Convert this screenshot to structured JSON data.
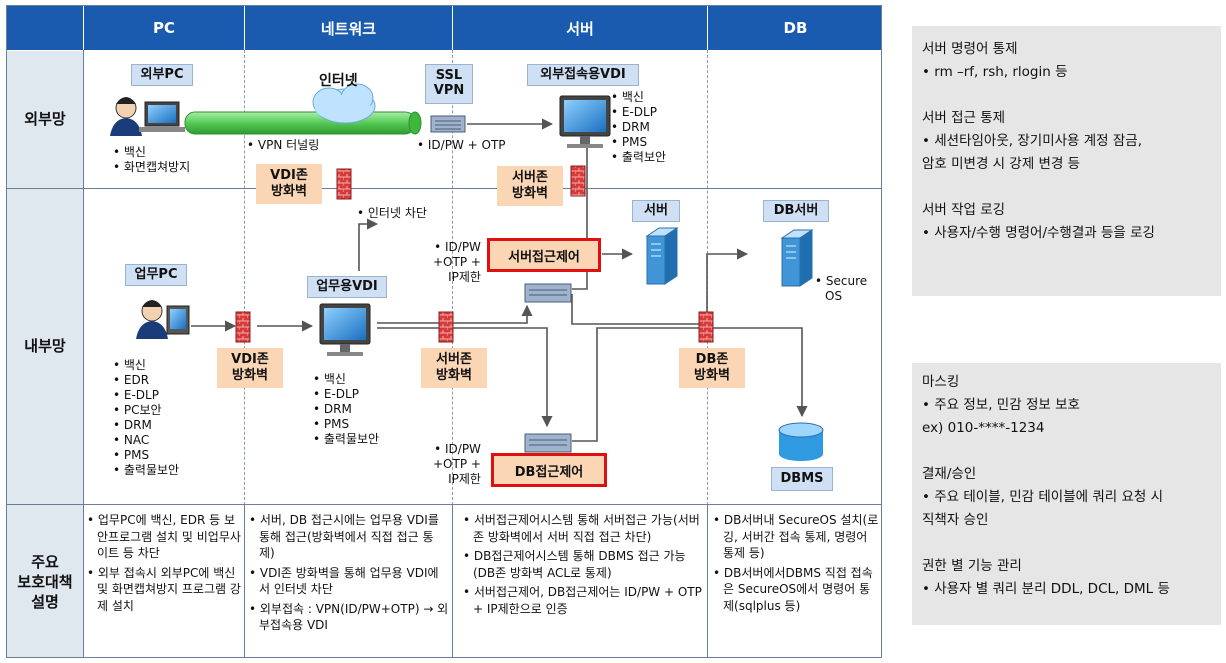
{
  "headers": [
    "PC",
    "네트워크",
    "서버",
    "DB"
  ],
  "rows": {
    "outer": "외부망",
    "inner": "내부망",
    "measures": "주요\n보호대책\n설명"
  },
  "nodes": {
    "ext_pc": "외부PC",
    "internet": "인터넷",
    "ssl_vpn": "SSL\nVPN",
    "ext_vdi": "외부접속용VDI",
    "vdi_fw_top": "VDI존\n방화벽",
    "server_fw_top": "서버존\n방화벽",
    "server": "서버",
    "db_server": "DB서버",
    "work_pc": "업무PC",
    "work_vdi": "업무용VDI",
    "server_access_control": "서버접근제어",
    "vdi_fw_bottom": "VDI존\n방화벽",
    "server_fw_bottom": "서버존\n방화벽",
    "db_fw": "DB존\n방화벽",
    "db_access_control": "DB접근제어",
    "dbms": "DBMS"
  },
  "labels": {
    "ext_pc_list": [
      "• 백신",
      "• 화면캡쳐방지"
    ],
    "vpn_tunnel": "• VPN 터널링",
    "vpn_auth": "• ID/PW + OTP",
    "ext_vdi_list": [
      "• 백신",
      "• E-DLP",
      "• DRM",
      "• PMS",
      "• 출력보안"
    ],
    "internet_block": "• 인터넷 차단",
    "server_auth": [
      "• ID/PW",
      "+OTP +",
      "IP제한"
    ],
    "secure_os": [
      "• Secure",
      "OS"
    ],
    "work_pc_list": [
      "• 백신",
      "• EDR",
      "• E-DLP",
      "• PC보안",
      "• DRM",
      "• NAC",
      "• PMS",
      "• 출력물보안"
    ],
    "work_vdi_list": [
      "• 백신",
      "• E-DLP",
      "• DRM",
      "• PMS",
      "• 출력물보안"
    ],
    "db_auth": [
      "• ID/PW",
      "+OTP +",
      "IP제한"
    ]
  },
  "descriptions": {
    "pc": [
      "• 업무PC에 백신, EDR 등 보안프로그램 설치 및 비업무사이트 등 차단",
      "• 외부 접속시 외부PC에 백신 및 화면캡쳐방지 프로그램 강제 설치"
    ],
    "network": [
      "• 서버, DB 접근시에는 업무용 VDI를 통해 접근(방화벽에서 직접 접근 통제)",
      "• VDI존 방화벽을 통해 업무용 VDI에서 인터넷 차단",
      "• 외부접속 : VPN(ID/PW+OTP) → 외부접속용 VDI"
    ],
    "server": [
      "• 서버접근제어시스템 통해 서버접근 가능(서버존 방화벽에서 서버 직접 접근 차단)",
      "• DB접근제어시스템 통해 DBMS 접근 가능(DB존 방화벽 ACL로 통제)",
      "• 서버접근제어, DB접근제어는 ID/PW + OTP + IP제한으로 인증"
    ],
    "db": [
      "• DB서버내 SecureOS 설치(로깅, 서버간 접속 통제, 명령어 통제 등)",
      "• DB서버에서DBMS 직접 접속은 SecureOS에서 명령어 통제(sqlplus 등)"
    ]
  },
  "panel_top": "서버 명령어 통제\n• rm –rf, rsh, rlogin 등\n\n서버 접근 통제\n• 세션타임아웃, 장기미사용 계정 잠금,\n암호 미변경 시 강제 변경 등\n\n서버 작업 로깅\n• 사용자/수행 명령어/수행결과 등을 로깅",
  "panel_bottom": "마스킹\n• 주요 정보, 민감 정보 보호\nex) 010-****-1234\n\n결재/승인\n• 주요 테이블, 민감 테이블에 쿼리 요청 시\n직책자 승인\n\n권한 별 기능 관리\n• 사용자 별 쿼리 분리 DDL, DCL, DML 등",
  "colors": {
    "header": "#1a5bb0",
    "row_label": "#dfe7ef",
    "chip": "#cfe0f5",
    "orange": "#fbd6b5",
    "highlight": "#e01010",
    "tunnel": "#6fd66f",
    "panel": "#e6e6e6"
  }
}
